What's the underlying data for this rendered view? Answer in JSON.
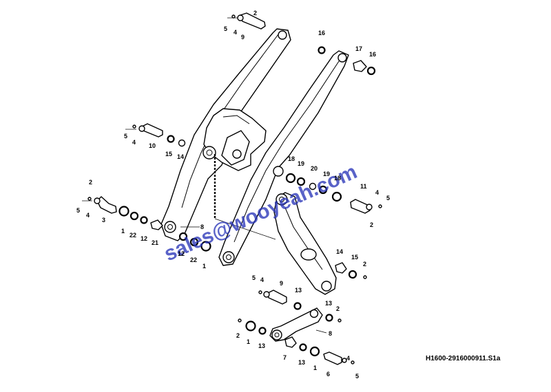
{
  "drawing_code": "H1600-2916000911.S1a",
  "watermark": "sales@wooyeah.com",
  "callouts": [
    "2",
    "5",
    "4",
    "9",
    "16",
    "17",
    "16",
    "5",
    "4",
    "10",
    "15",
    "14",
    "18",
    "19",
    "20",
    "19",
    "18",
    "11",
    "4",
    "5",
    "2",
    "2",
    "5",
    "4",
    "3",
    "1",
    "22",
    "12",
    "21",
    "8",
    "12",
    "22",
    "1",
    "14",
    "15",
    "2",
    "5",
    "4",
    "9",
    "13",
    "13",
    "2",
    "2",
    "1",
    "13",
    "8",
    "7",
    "13",
    "1",
    "6",
    "4",
    "5"
  ]
}
